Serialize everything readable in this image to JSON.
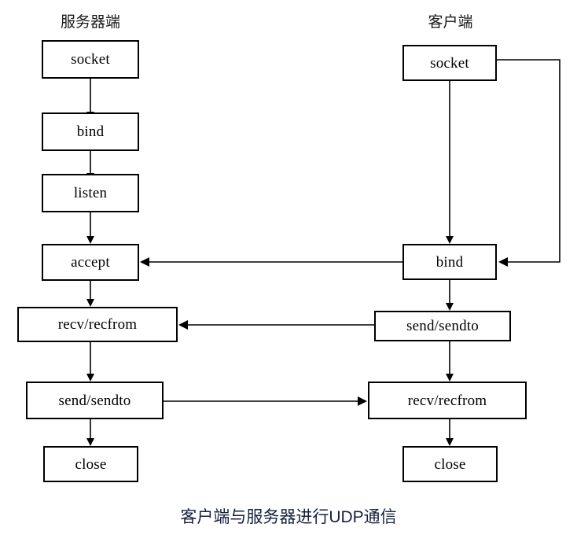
{
  "diagram": {
    "caption": "客户端与服务器进行UDP通信",
    "columns": [
      {
        "id": "server",
        "header": "服务器端"
      },
      {
        "id": "client",
        "header": "客户端"
      }
    ],
    "server_nodes": [
      {
        "id": "server-socket",
        "label": "socket"
      },
      {
        "id": "server-bind",
        "label": "bind"
      },
      {
        "id": "server-listen",
        "label": "listen"
      },
      {
        "id": "server-accept",
        "label": "accept"
      },
      {
        "id": "server-recv",
        "label": "recv/recfrom"
      },
      {
        "id": "server-send",
        "label": "send/sendto"
      },
      {
        "id": "server-close",
        "label": "close"
      }
    ],
    "client_nodes": [
      {
        "id": "client-socket",
        "label": "socket"
      },
      {
        "id": "client-bind",
        "label": "bind"
      },
      {
        "id": "client-send",
        "label": "send/sendto"
      },
      {
        "id": "client-recv",
        "label": "recv/recfrom"
      },
      {
        "id": "client-close",
        "label": "close"
      }
    ],
    "edges": [
      {
        "id": "edge-server-socket-bind",
        "from": "server-socket",
        "to": "server-bind",
        "kind": "vertical-arrow"
      },
      {
        "id": "edge-server-bind-listen",
        "from": "server-bind",
        "to": "server-listen",
        "kind": "vertical-arrow"
      },
      {
        "id": "edge-server-listen-accept",
        "from": "server-listen",
        "to": "server-accept",
        "kind": "vertical-arrow"
      },
      {
        "id": "edge-server-accept-recv",
        "from": "server-accept",
        "to": "server-recv",
        "kind": "vertical-arrow"
      },
      {
        "id": "edge-server-recv-send",
        "from": "server-recv",
        "to": "server-send",
        "kind": "vertical-arrow"
      },
      {
        "id": "edge-server-send-close",
        "from": "server-send",
        "to": "server-close",
        "kind": "vertical-arrow"
      },
      {
        "id": "edge-client-socket-bind",
        "from": "client-socket",
        "to": "client-bind",
        "kind": "vertical-arrow"
      },
      {
        "id": "edge-client-bind-send",
        "from": "client-bind",
        "to": "client-send",
        "kind": "vertical-arrow"
      },
      {
        "id": "edge-client-send-recv",
        "from": "client-send",
        "to": "client-recv",
        "kind": "vertical-arrow"
      },
      {
        "id": "edge-client-recv-close",
        "from": "client-recv",
        "to": "client-close",
        "kind": "vertical-arrow"
      },
      {
        "id": "edge-client-bind-to-server-accept",
        "from": "client-bind",
        "to": "server-accept",
        "kind": "horizontal-arrow-left"
      },
      {
        "id": "edge-client-send-to-server-recv",
        "from": "client-send",
        "to": "server-recv",
        "kind": "horizontal-arrow-left"
      },
      {
        "id": "edge-server-send-to-client-recv",
        "from": "server-send",
        "to": "client-recv",
        "kind": "horizontal-arrow-right"
      },
      {
        "id": "edge-client-socket-loop-to-bind",
        "from": "client-socket",
        "to": "client-bind",
        "kind": "right-loop-arrow"
      }
    ]
  },
  "style": {
    "stroke": "#000000",
    "background": "#ffffff",
    "caption_color": "#16213e",
    "header_color": "#1a1a1a"
  }
}
